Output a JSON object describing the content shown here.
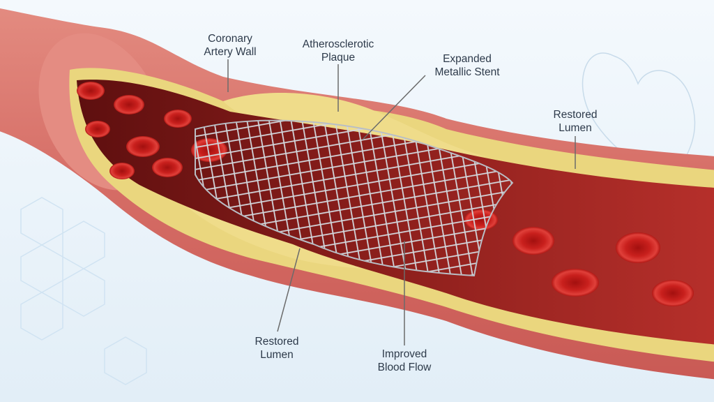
{
  "labels": {
    "coronary_wall": {
      "line1": "Coronary",
      "line2": "Artery Wall"
    },
    "plaque": {
      "line1": "Atherosclerotic",
      "line2": "Plaque"
    },
    "stent": {
      "line1": "Expanded",
      "line2": "Metallic Stent"
    },
    "lumen_right": {
      "line1": "Restored",
      "line2": "Lumen"
    },
    "lumen_bottom": {
      "line1": "Restored",
      "line2": "Lumen"
    },
    "blood_flow": {
      "line1": "Improved",
      "line2": "Blood Flow"
    }
  },
  "colors": {
    "background": "#eaf3fa",
    "artery_outer": "#d9726b",
    "artery_inner": "#a8322d",
    "plaque": "#ecd985",
    "blood": "#c9211e",
    "stent": "#c7ccd2",
    "label_text": "#2d3a4a",
    "leader_line": "#6b6b6b"
  }
}
